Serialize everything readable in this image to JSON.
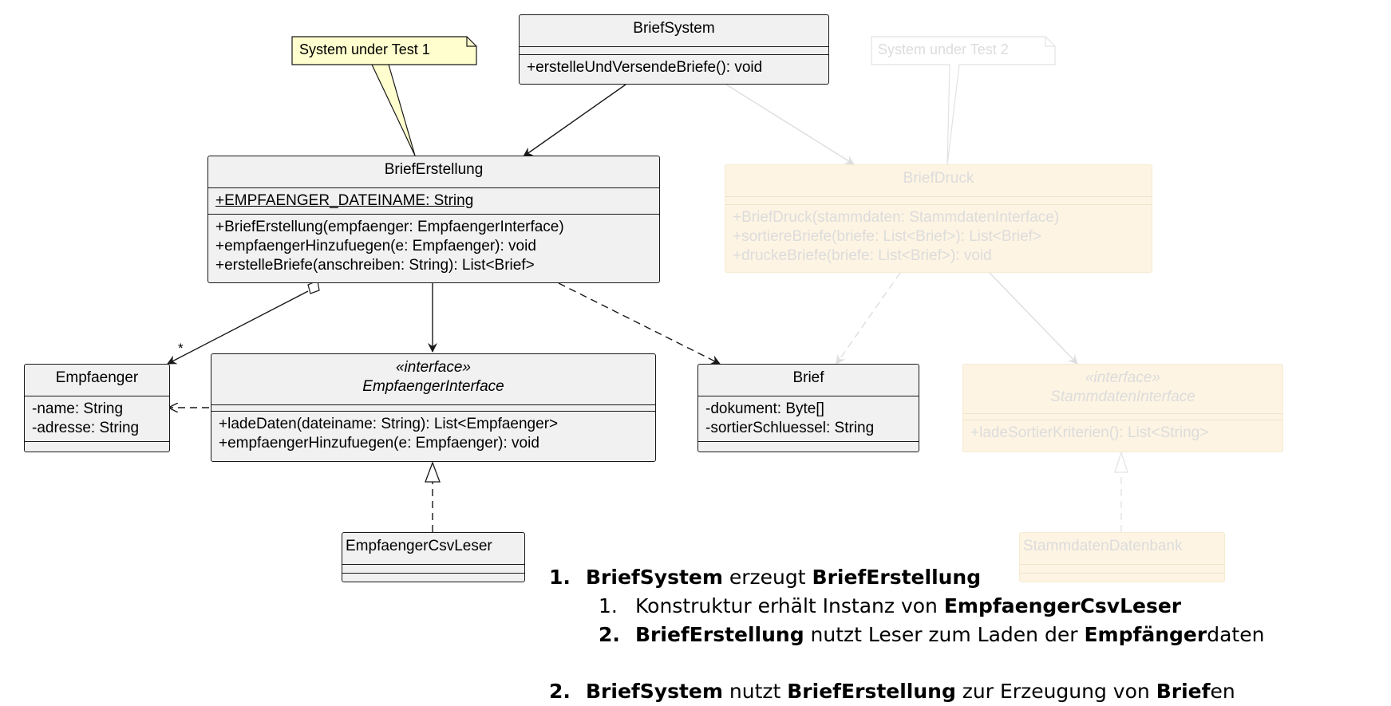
{
  "classes": {
    "brief_system": {
      "name": "BriefSystem",
      "methods": [
        "+erstelleUndVersendeBriefe(): void"
      ]
    },
    "brief_erstellung": {
      "name": "BriefErstellung",
      "attributes": [
        "+EMPFAENGER_DATEINAME: String"
      ],
      "methods": [
        "+BriefErstellung(empfaenger: EmpfaengerInterface)",
        "+empfaengerHinzufuegen(e: Empfaenger): void",
        "+erstelleBriefe(anschreiben: String): List<Brief>"
      ]
    },
    "empfaenger": {
      "name": "Empfaenger",
      "attributes": [
        "-name: String",
        "-adresse: String"
      ]
    },
    "empfaenger_interface": {
      "stereotype": "«interface»",
      "name": "EmpfaengerInterface",
      "methods": [
        "+ladeDaten(dateiname: String): List<Empfaenger>",
        "+empfaengerHinzufuegen(e: Empfaenger): void"
      ]
    },
    "brief": {
      "name": "Brief",
      "attributes": [
        "-dokument: Byte[]",
        "-sortierSchluessel: String"
      ]
    },
    "empfaenger_csv_leser": {
      "name": "EmpfaengerCsvLeser"
    },
    "brief_druck": {
      "name": "BriefDruck",
      "methods": [
        "+BriefDruck(stammdaten: StammdatenInterface)",
        "+sortiereBriefe(briefe: List<Brief>): List<Brief>",
        "+druckeBriefe(briefe: List<Brief>): void"
      ]
    },
    "stammdaten_interface": {
      "stereotype": "«interface»",
      "name": "StammdatenInterface",
      "methods": [
        "+ladeSortierKriterien(): List<String>"
      ]
    },
    "stammdaten_datenbank": {
      "name": "StammdatenDatenbank"
    }
  },
  "notes": {
    "sut1": "System under Test 1",
    "sut2": "System under Test 2"
  },
  "multiplicity": "*",
  "steps": [
    {
      "num": "1.",
      "parts": [
        [
          "BriefSystem",
          true
        ],
        [
          " erzeugt ",
          false
        ],
        [
          "BriefErstellung",
          true
        ]
      ]
    },
    {
      "num": "1.",
      "parts": [
        [
          "Konstruktur erhält Instanz von ",
          false
        ],
        [
          "EmpfaengerCsvLeser",
          true
        ]
      ]
    },
    {
      "num": "2.",
      "parts": [
        [
          "BriefErstellung",
          true
        ],
        [
          " nutzt Leser zum Laden der ",
          false
        ],
        [
          "Empfänger",
          true
        ],
        [
          "daten",
          false
        ]
      ]
    },
    {
      "num": "2.",
      "parts": [
        [
          "BriefSystem",
          true
        ],
        [
          " nutzt ",
          false
        ],
        [
          "BriefErstellung",
          true
        ],
        [
          " zur Erzeugung von ",
          false
        ],
        [
          "Brief",
          true
        ],
        [
          "en",
          false
        ]
      ]
    }
  ],
  "colors": {
    "box_fill": "#f1f1f1",
    "line": "#181818",
    "note_fill": "#fefece",
    "faded_fill": "#fdf4e3",
    "faded_line": "#dedede"
  }
}
